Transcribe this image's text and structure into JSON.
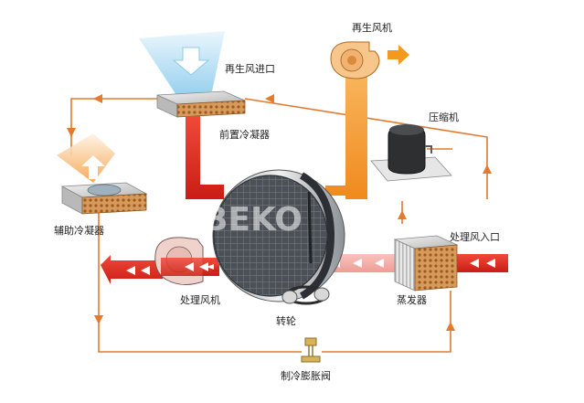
{
  "labels": {
    "regen_fan": "再生风机",
    "regen_inlet": "再生风进口",
    "compressor": "压缩机",
    "pre_condenser": "前置冷凝器",
    "aux_condenser": "辅助冷凝器",
    "process_inlet": "处理风入口",
    "process_fan": "处理风机",
    "evaporator": "蒸发器",
    "rotor": "转轮",
    "expansion_valve": "制冷膨胀阀"
  },
  "watermark": "BEKO",
  "colors": {
    "refrigerant_line": "#e37a2e",
    "process_air": "#e02a1f",
    "process_air_light": "#f2a9a3",
    "regen_air_hot": "#f39a1e",
    "regen_air_inlet": "#bfe1f5",
    "aux_exhaust": "#f7c88f",
    "coil_copper": "#c8823c",
    "rotor_body": "#3c4145"
  }
}
